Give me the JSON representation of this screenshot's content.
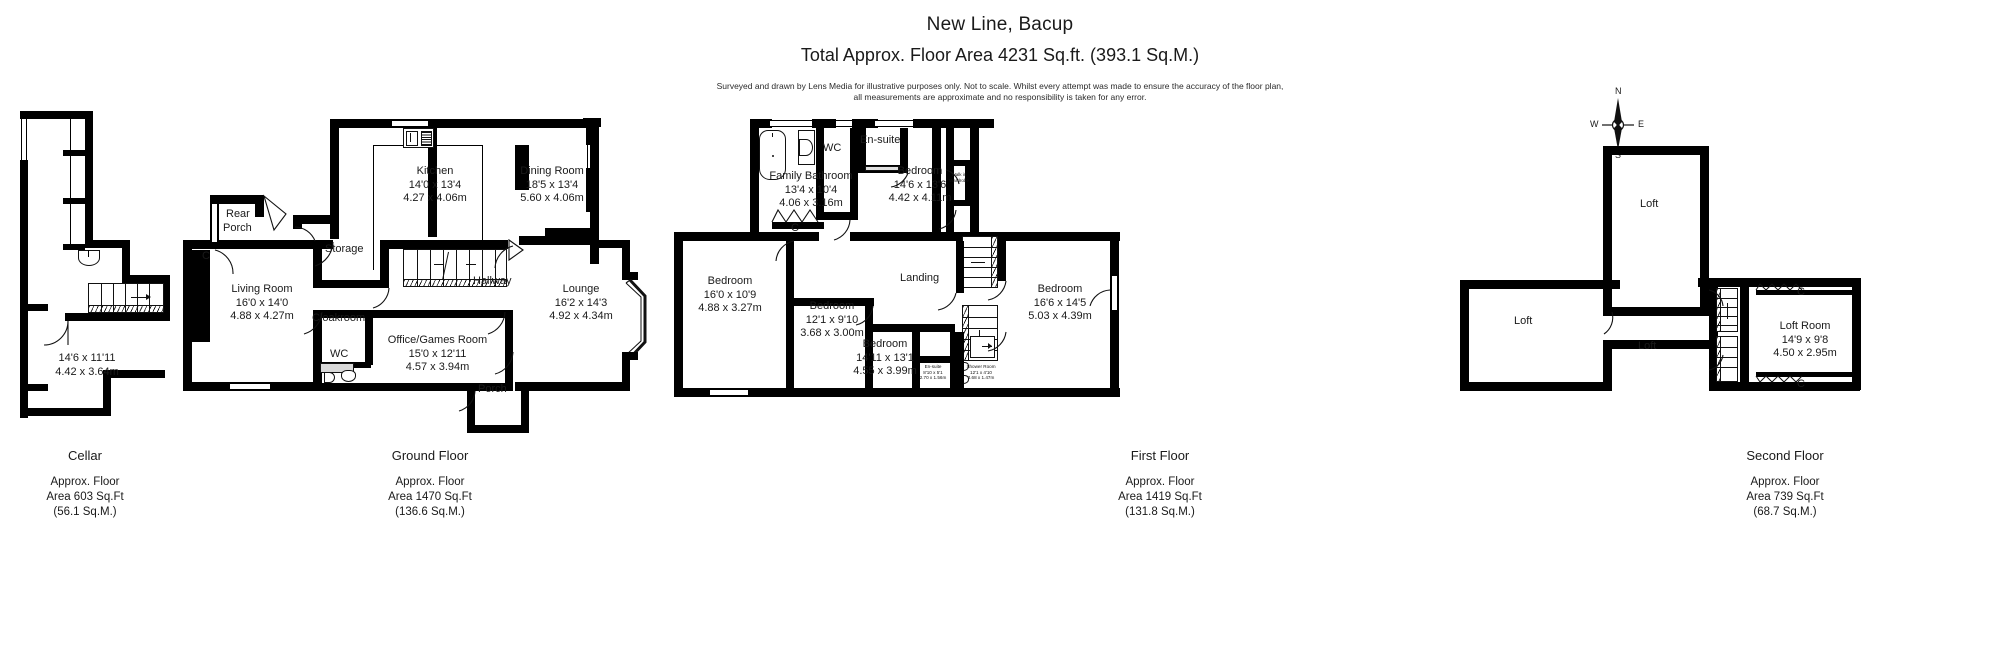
{
  "header": {
    "title": "New Line, Bacup",
    "subtitle": "Total Approx. Floor Area 4231 Sq.ft. (393.1 Sq.M.)",
    "disclaimer_line1": "Surveyed and drawn by Lens Media for illustrative purposes only. Not to scale. Whilst every attempt was made to ensure the accuracy of the floor plan,",
    "disclaimer_line2": "all measurements are approximate and no responsibility is taken for any error."
  },
  "compass": {
    "n": "N",
    "s": "S",
    "e": "E",
    "w": "W"
  },
  "floors": [
    {
      "id": "cellar",
      "caption_name": "Cellar",
      "caption_line1": "Approx. Floor",
      "caption_line2": "Area 603 Sq.Ft",
      "caption_line3": "(56.1 Sq.M.)",
      "rooms": [
        {
          "name": "",
          "dim_ft": "14'6 x 11'11",
          "dim_m": "4.42 x 3.64m"
        }
      ]
    },
    {
      "id": "ground",
      "caption_name": "Ground Floor",
      "caption_line1": "Approx. Floor",
      "caption_line2": "Area 1470 Sq.Ft",
      "caption_line3": "(136.6 Sq.M.)",
      "rooms": [
        {
          "name": "Kitchen",
          "dim_ft": "14'0 x 13'4",
          "dim_m": "4.27 x 4.06m"
        },
        {
          "name": "Dining Room",
          "dim_ft": "18'5 x 13'4",
          "dim_m": "5.60 x 4.06m"
        },
        {
          "name": "Living Room",
          "dim_ft": "16'0 x 14'0",
          "dim_m": "4.88 x 4.27m"
        },
        {
          "name": "Office/Games Room",
          "dim_ft": "15'0 x 12'11",
          "dim_m": "4.57 x 3.94m"
        },
        {
          "name": "Lounge",
          "dim_ft": "16'2 x 14'3",
          "dim_m": "4.92 x 4.34m"
        }
      ],
      "labels": [
        "Rear",
        "Porch",
        "Storage",
        "Cloakroom",
        "WC",
        "Hallway",
        "Porch",
        "C"
      ]
    },
    {
      "id": "first",
      "caption_name": "First Floor",
      "caption_line1": "Approx. Floor",
      "caption_line2": "Area 1419 Sq.Ft",
      "caption_line3": "(131.8 Sq.M.)",
      "rooms": [
        {
          "name": "Family Bathroom",
          "dim_ft": "13'4 x 10'4",
          "dim_m": "4.06 x 3.16m"
        },
        {
          "name": "Bedroom",
          "dim_ft": "14'6 x 13'6",
          "dim_m": "4.42 x 4.11m"
        },
        {
          "name": "Bedroom",
          "dim_ft": "16'0 x 10'9",
          "dim_m": "4.88 x 3.27m"
        },
        {
          "name": "Bedroom",
          "dim_ft": "12'1 x 9'10",
          "dim_m": "3.68 x 3.00m"
        },
        {
          "name": "Bedroom",
          "dim_ft": "14'11 x 13'1",
          "dim_m": "4.55 x 3.99m"
        },
        {
          "name": "Bedroom",
          "dim_ft": "16'6 x 14'5",
          "dim_m": "5.03 x 4.39m"
        }
      ],
      "labels": [
        "WC",
        "En-suite",
        "Landing",
        "C"
      ],
      "small_labels": [
        {
          "l1": "Walk in",
          "l2": "Wardrobe"
        },
        {
          "l1": "En-suite",
          "l2": "8'10 x 5'1",
          "l3": "2.70 x 1.56m"
        },
        {
          "l1": "Shower Room",
          "l2": "12'1 x 4'10",
          "l3": "3.68 x 1.47m"
        }
      ]
    },
    {
      "id": "second",
      "caption_name": "Second Floor",
      "caption_line1": "Approx. Floor",
      "caption_line2": "Area 739 Sq.Ft",
      "caption_line3": "(68.7 Sq.M.)",
      "rooms": [
        {
          "name": "Loft Room",
          "dim_ft": "14'9 x 9'8",
          "dim_m": "4.50 x 2.95m"
        }
      ],
      "labels": [
        "Loft",
        "Loft",
        "Loft",
        "C",
        "C"
      ]
    }
  ]
}
